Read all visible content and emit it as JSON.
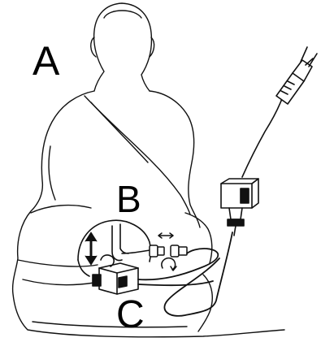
{
  "figure": {
    "labels": {
      "a": "A",
      "b": "B",
      "c": "C"
    },
    "parts": {
      "a": "statue",
      "b": "pump-height-adjust",
      "c": "pump",
      "plug": "power-plug",
      "adapter": "power-adapter"
    },
    "colors": {
      "line": "#111111",
      "background": "#ffffff"
    }
  }
}
